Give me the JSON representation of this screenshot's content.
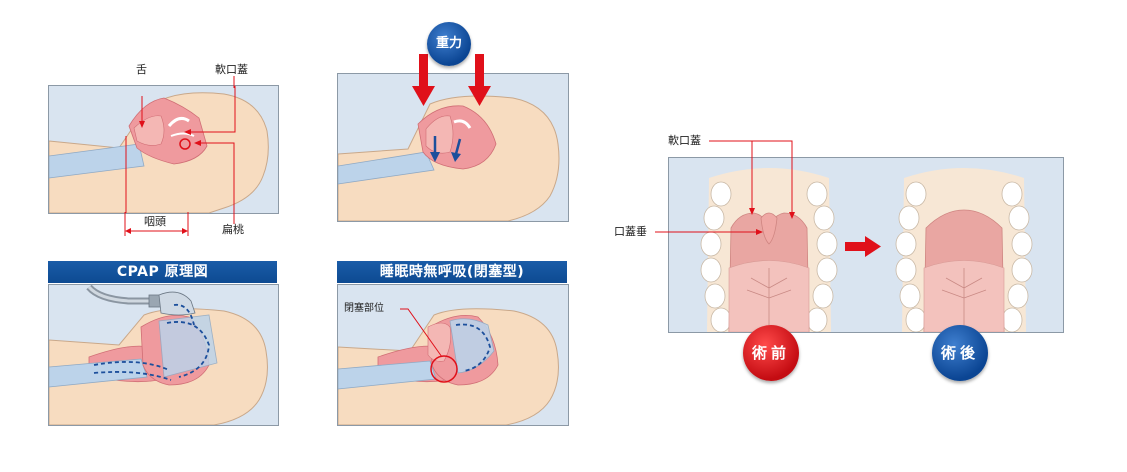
{
  "diagrams": {
    "normal": {
      "labels": {
        "tongue": "舌",
        "soft_palate": "軟口蓋",
        "pharynx": "咽頭",
        "tonsil": "扁桃"
      }
    },
    "gravity": {
      "badge": "重力"
    },
    "cpap": {
      "header": "CPAP 原理図"
    },
    "apnea": {
      "header": "睡眠時無呼吸(閉塞型)",
      "labels": {
        "obstruction_site": "閉塞部位"
      }
    },
    "mouth": {
      "labels": {
        "soft_palate": "軟口蓋",
        "uvula": "口蓋垂"
      },
      "badges": {
        "before": "術前",
        "after": "術後"
      }
    }
  },
  "colors": {
    "panel_bg": "#d9e4f0",
    "skin": "#f7dcc0",
    "tissue_pink": "#ef9a9e",
    "airway_blue": "#bcd3ea",
    "arrow_red": "#e0101a",
    "header_blue": "#0d4a92",
    "badge_blue": "#0b4593",
    "badge_red": "#c40c12"
  }
}
